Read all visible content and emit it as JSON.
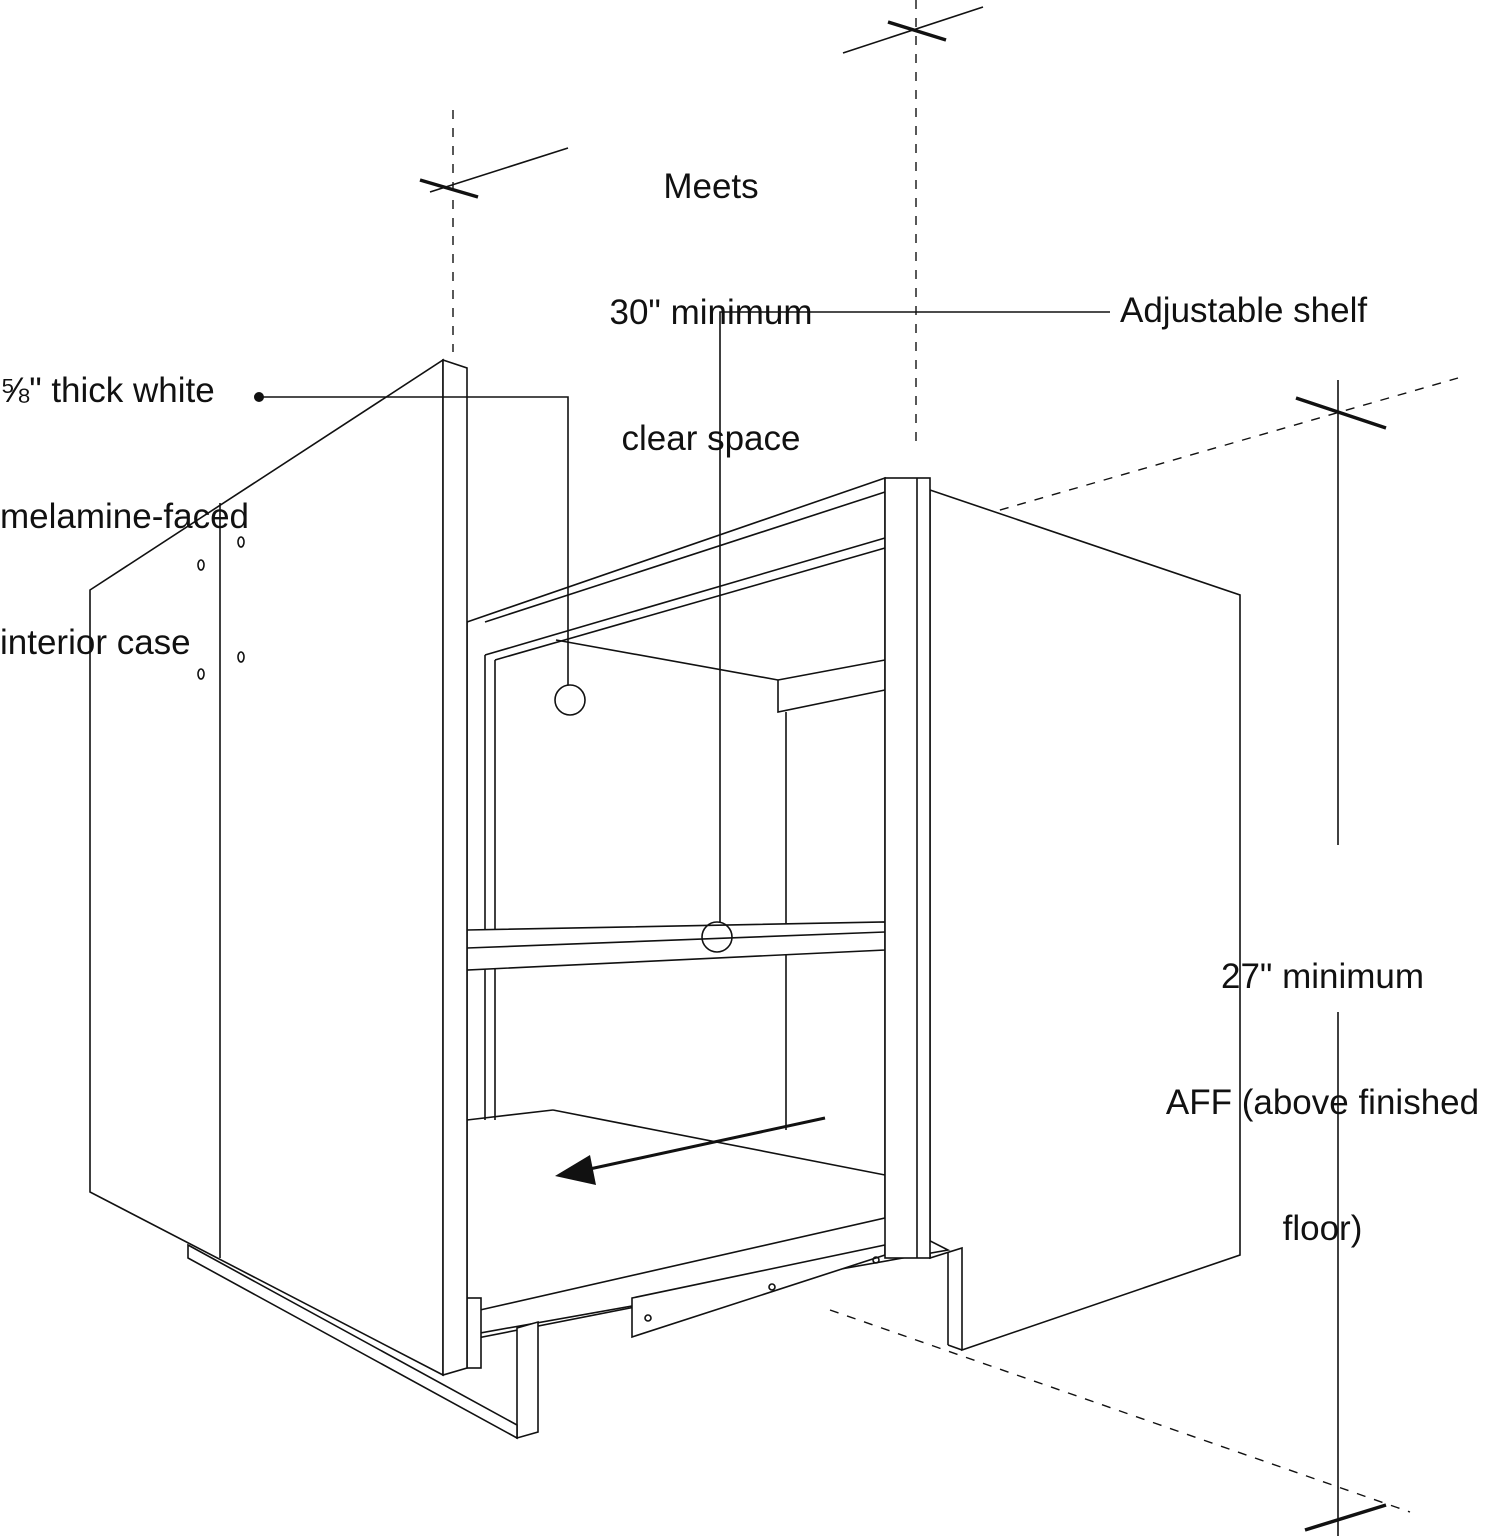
{
  "labels": {
    "clear_space": [
      "Meets",
      "30\" minimum",
      "clear space"
    ],
    "case": [
      "⅝\" thick white",
      "melamine-faced",
      "interior case"
    ],
    "shelf": "Adjustable shelf",
    "height": [
      "27\" minimum",
      "AFF (above finished",
      "floor)"
    ]
  },
  "colors": {
    "line": "#111111",
    "background": "#ffffff"
  }
}
